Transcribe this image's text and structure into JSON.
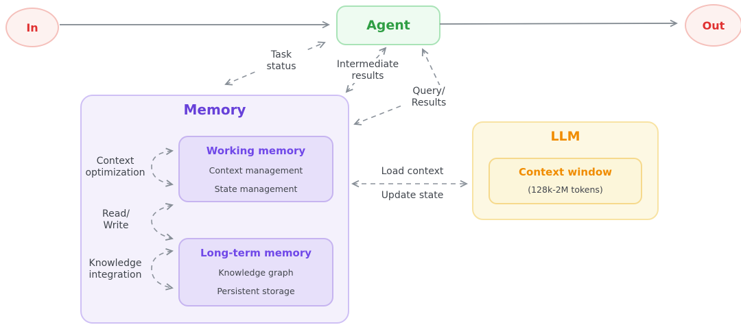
{
  "nodes": {
    "in": {
      "label": "In"
    },
    "agent": {
      "label": "Agent"
    },
    "out": {
      "label": "Out"
    },
    "memory": {
      "title": "Memory",
      "working": {
        "title": "Working memory",
        "items": [
          "Context management",
          "State management"
        ]
      },
      "longterm": {
        "title": "Long-term memory",
        "items": [
          "Knowledge graph",
          "Persistent storage"
        ]
      }
    },
    "llm": {
      "title": "LLM",
      "context_window": {
        "title": "Context window",
        "subtitle": "(128k-2M tokens)"
      }
    }
  },
  "edge_labels": {
    "task_status": {
      "line1": "Task",
      "line2": "status"
    },
    "intermediate_results": {
      "line1": "Intermediate",
      "line2": "results"
    },
    "query_results": {
      "line1": "Query/",
      "line2": "Results"
    },
    "load_context": "Load context",
    "update_state": "Update state",
    "context_optimization": {
      "line1": "Context",
      "line2": "optimization"
    },
    "read_write": {
      "line1": "Read/",
      "line2": "Write"
    },
    "knowledge_integration": {
      "line1": "Knowledge",
      "line2": "integration"
    }
  },
  "colors": {
    "node_red_text": "#e03131",
    "node_red_fill": "#fdf2f0",
    "node_red_border": "#f5c0bb",
    "node_green_text": "#2f9e44",
    "node_green_fill": "#eefbf1",
    "node_green_border": "#a9e3b7",
    "memory_purple_text": "#6741d9",
    "memory_fill": "#f4f1fc",
    "memory_border": "#cfc0f5",
    "memory_sub_fill": "#e7e0fa",
    "llm_orange_text": "#f08c00",
    "llm_fill": "#fdf8e3",
    "llm_border": "#f8e3a3",
    "arrow_gray": "#868e96",
    "label_text": "#41464d"
  }
}
